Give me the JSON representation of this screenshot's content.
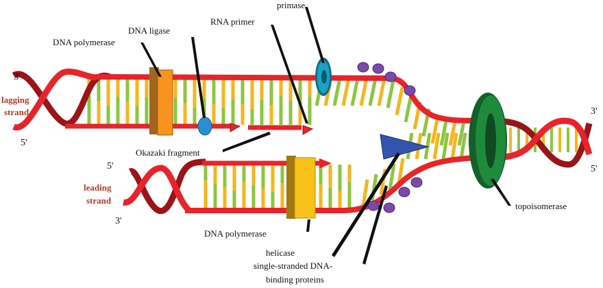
{
  "labels": {
    "primase": "primase",
    "dna_ligase": "DNA ligase",
    "rna_primer": "RNA primer",
    "dna_polymerase_top": "DNA polymerase",
    "okazaki_fragment": "Okazaki fragment",
    "dna_polymerase_bottom": "DNA polymerase",
    "helicase": "helicase",
    "ssb_line1": "single-stranded DNA-",
    "ssb_line2": "binding proteins",
    "topoisomerase": "topoisomerase",
    "lagging_line1": "lagging",
    "lagging_line2": "strand",
    "leading_line1": "leading",
    "leading_line2": "strand"
  },
  "ends": {
    "lagging_top": "3'",
    "lagging_bottom": "5'",
    "leading_top": "5'",
    "leading_bottom": "3'",
    "right_top": "3'",
    "right_bottom": "5'"
  },
  "colors": {
    "backbone": "#e8242a",
    "backbone_dark": "#9a1418",
    "base_green": "#8cc63f",
    "base_yellow": "#f7b51c",
    "polymerase_orange": "#f7931e",
    "polymerase_yellow": "#f9c21a",
    "primase": "#1aa3c4",
    "ligase": "#2a8fd0",
    "topoisomerase": "#1e8b3c",
    "helicase": "#3355b0",
    "ssb": "#7b4aa8"
  }
}
